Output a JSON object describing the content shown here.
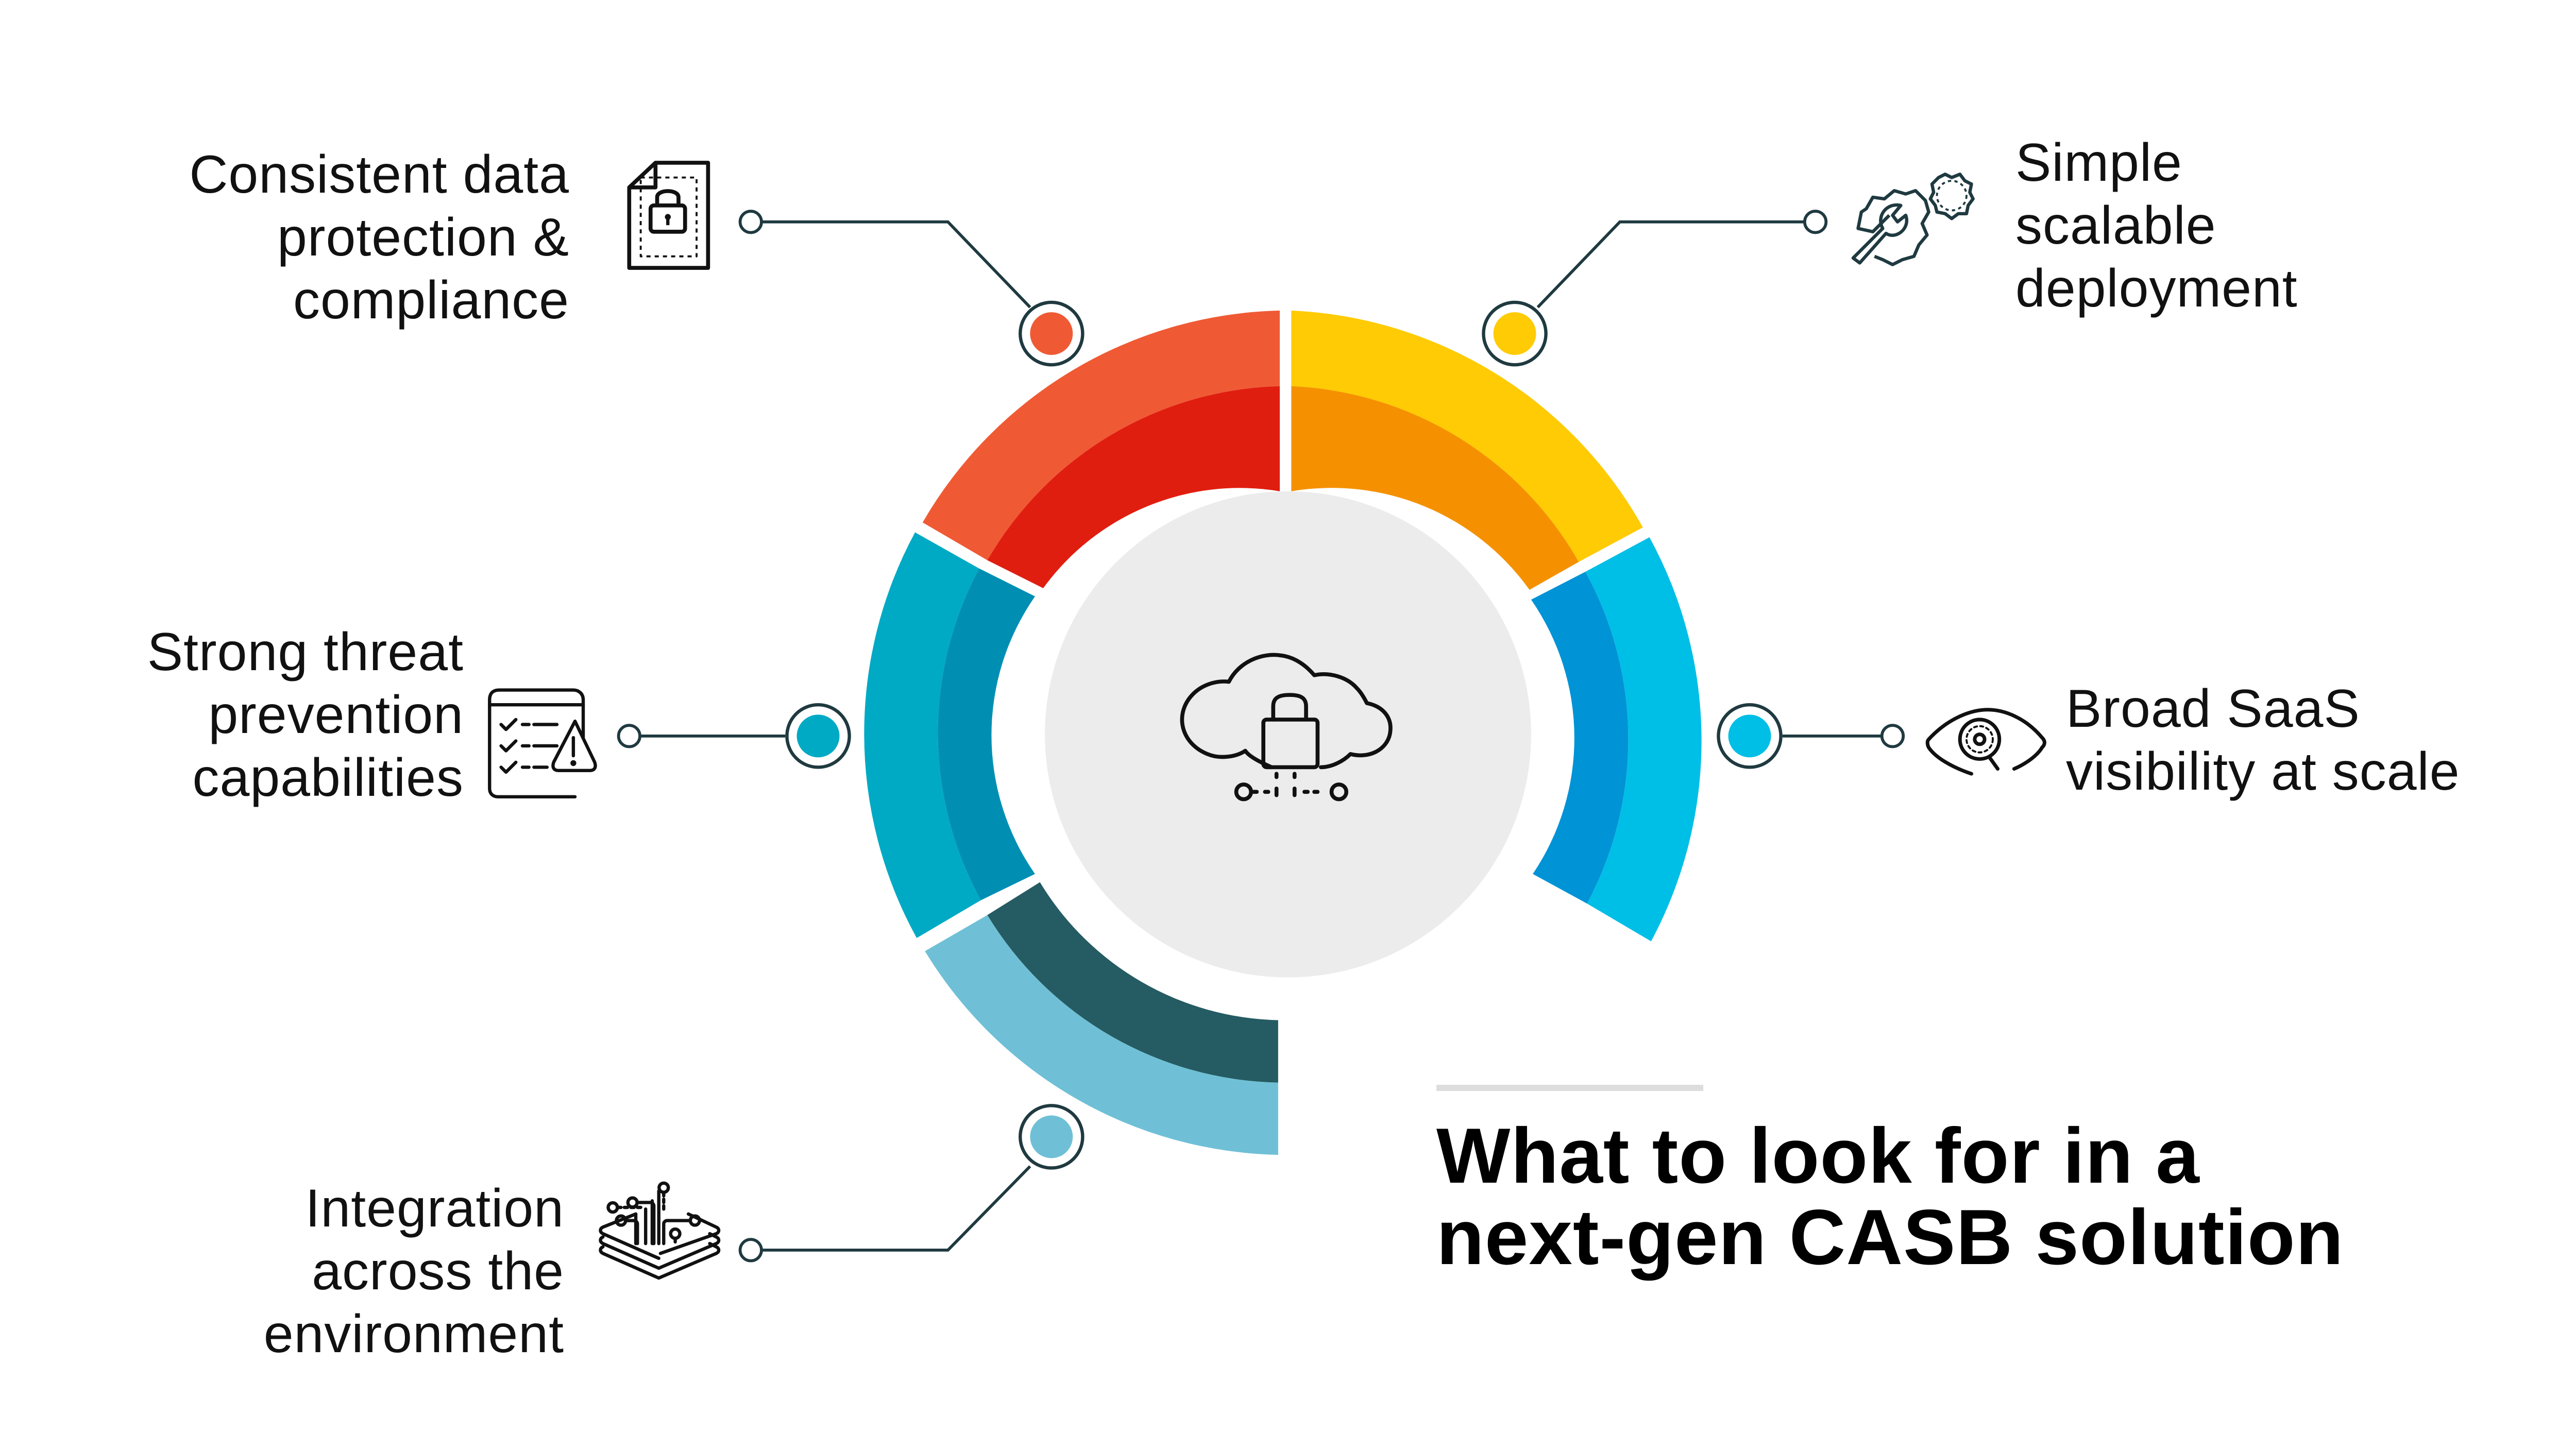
{
  "title": {
    "line1": "What to look for in a",
    "line2": "next-gen CASB solution"
  },
  "center": {
    "icon": "cloud-lock-icon",
    "fill": "#ececec"
  },
  "segments": [
    {
      "id": "data-protection",
      "label_lines": [
        "Consistent data",
        "protection &",
        "compliance"
      ],
      "icon": "document-lock-icon",
      "outer_color": "#ef5a34",
      "inner_color": "#e01e10",
      "dot_color": "#ef5a34"
    },
    {
      "id": "scalable-deployment",
      "label_lines": [
        "Simple",
        "scalable",
        "deployment"
      ],
      "icon": "wrench-gear-icon",
      "outer_color": "#ffcb05",
      "inner_color": "#f59100",
      "dot_color": "#ffcb05"
    },
    {
      "id": "saas-visibility",
      "label_lines": [
        "Broad SaaS",
        "visibility at scale"
      ],
      "icon": "eye-magnifier-icon",
      "outer_color": "#00bfe6",
      "inner_color": "#0093d6",
      "dot_color": "#00bfe6"
    },
    {
      "id": "threat-prevention",
      "label_lines": [
        "Strong threat",
        "prevention",
        "capabilities"
      ],
      "icon": "checklist-warning-icon",
      "outer_color": "#00aac4",
      "inner_color": "#008fb3",
      "dot_color": "#00aac4"
    },
    {
      "id": "integration",
      "label_lines": [
        "Integration",
        "across the",
        "environment"
      ],
      "icon": "layers-circuit-icon",
      "outer_color": "#6fc0d6",
      "inner_color": "#255b62",
      "dot_color": "#6fc0d6"
    }
  ],
  "colors": {
    "connector": "#1f3a40",
    "text": "#111111",
    "rule": "#dddddd"
  }
}
